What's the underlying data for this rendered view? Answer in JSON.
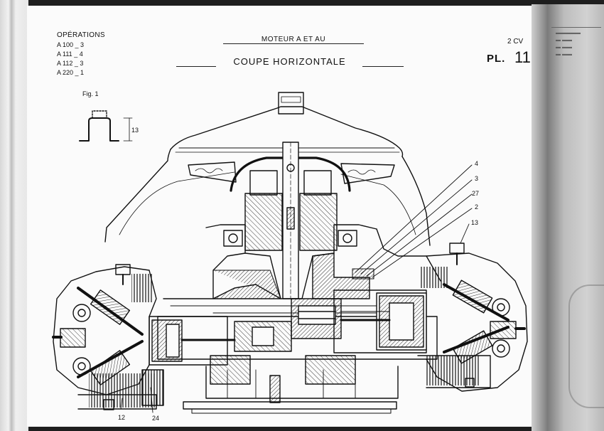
{
  "header": {
    "operations_title": "OPÉRATIONS",
    "operations": [
      "A  100 _ 3",
      "A  111 _ 4",
      "A  112 _ 3",
      "A  220 _ 1"
    ],
    "engine": "MOTEUR A ET AU",
    "section_title": "COUPE HORIZONTALE",
    "model": "2 CV",
    "plate_label": "PL.",
    "plate_number": "11"
  },
  "figure": {
    "label": "Fig. 1",
    "dimension": "13"
  },
  "callouts": {
    "c4": "4",
    "c3": "3",
    "c27": "27",
    "c2": "2",
    "c13": "13",
    "c12": "12",
    "c24": "24"
  },
  "colors": {
    "ink": "#111111",
    "paper": "#fbfbfb"
  }
}
